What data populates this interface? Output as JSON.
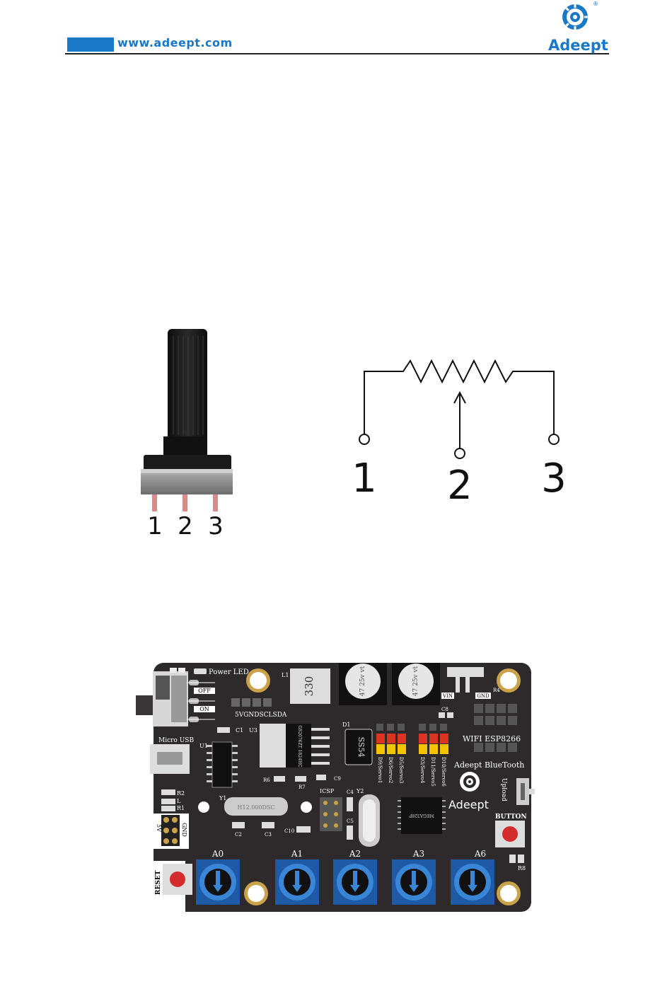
{
  "header": {
    "url": "www.adeept.com",
    "brand": "Adeept",
    "brand_color": "#1a78c6",
    "registered": "®"
  },
  "potentiometer_photo": {
    "pins": [
      "1",
      "2",
      "3"
    ]
  },
  "schematic": {
    "pins": [
      "1",
      "2",
      "3"
    ]
  },
  "board": {
    "labels": {
      "power_led": "Power LED",
      "l1": "L1",
      "inductor": "330",
      "cap1": "47\n25v\nvt",
      "cap2": "47\n25v\nvt",
      "off": "OFF",
      "on": "ON",
      "i2c": "5VGNDSCLSDA",
      "c1": "C1",
      "u3": "U3",
      "d1": "D1",
      "diode": "SS54",
      "vin": "VIN",
      "gnd_top": "GND",
      "r4": "R4",
      "c8": "C8",
      "wifi": "WIFI  ESP8266",
      "micro_usb": "Micro USB",
      "u1": "U1",
      "regulator": "GS2076ZT 1824HC",
      "r6": "R6",
      "r7": "R7",
      "c9": "C9",
      "servos": [
        "D9/Servo1",
        "D6/Servo2",
        "D5/Servo3",
        "D3/Servo4",
        "D11/Servo5",
        "D10/Servo6"
      ],
      "bluetooth": "Adeept BlueTooth",
      "upload": "Upload",
      "r2": "R2",
      "l": "L",
      "r1": "R1",
      "y1": "Y1",
      "crystal": "H12.000DSC",
      "icsp": "ICSP",
      "c4": "C4",
      "c5": "C5",
      "y2": "Y2",
      "mcu": "MEGA328P",
      "button": "BUTTON",
      "five_v": "5V",
      "gnd": "GND",
      "c2": "C2",
      "c3": "C3",
      "c10": "C10",
      "reset": "RESET",
      "r8": "R8",
      "board_logo": "Adeept"
    },
    "analog": [
      "A0",
      "A1",
      "A2",
      "A3",
      "A6"
    ]
  }
}
